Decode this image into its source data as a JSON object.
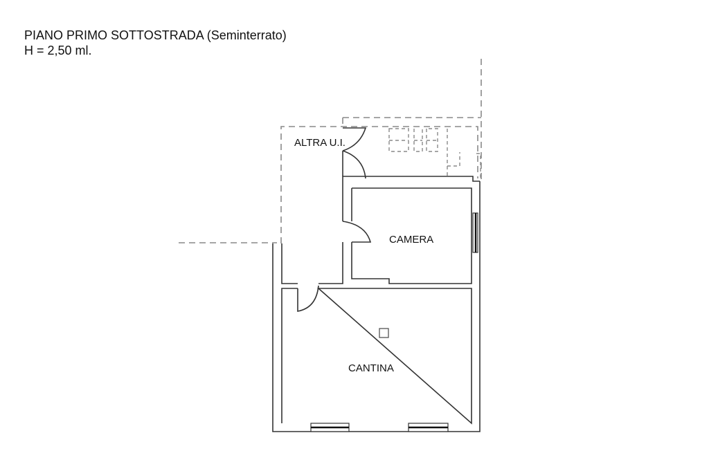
{
  "header": {
    "title": "PIANO PRIMO SOTTOSTRADA (Seminterrato)",
    "height_note": "H = 2,50 ml."
  },
  "rooms": {
    "altra_ui": "ALTRA U.I.",
    "camera": "CAMERA",
    "cantina": "CANTINA"
  }
}
